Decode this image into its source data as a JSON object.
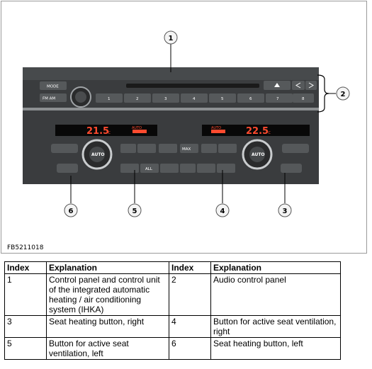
{
  "figure": {
    "code": "FB5211018",
    "callouts": [
      "1",
      "2",
      "3",
      "4",
      "5",
      "6"
    ],
    "panel": {
      "mode_label": "MODE",
      "fmam_label": "FM AM",
      "presets": [
        "1",
        "2",
        "3",
        "4",
        "5",
        "6",
        "7",
        "8"
      ],
      "left_temp": "21.5",
      "right_temp": "22.5",
      "temp_unit": "°C",
      "auto_label": "AUTO",
      "max_label": "MAX",
      "all_label": "ALL",
      "display_auto": "AUTO"
    }
  },
  "table": {
    "headers": [
      "Index",
      "Explanation",
      "Index",
      "Explanation"
    ],
    "rows": [
      {
        "i1": "1",
        "e1": "Control panel and control unit of the integrated automatic heating / air conditioning system (IHKA)",
        "i2": "2",
        "e2": "Audio control panel"
      },
      {
        "i1": "3",
        "e1": "Seat heating button, right",
        "i2": "4",
        "e2": "Button for active seat ventilation, right"
      },
      {
        "i1": "5",
        "e1": "Button for active seat ventilation, left",
        "i2": "6",
        "e2": "Seat heating button, left"
      }
    ]
  },
  "colors": {
    "panel": "#3b3d3f",
    "display": "#0a0a0a",
    "temp": "#ff4a2e",
    "button": "#4e5052"
  }
}
